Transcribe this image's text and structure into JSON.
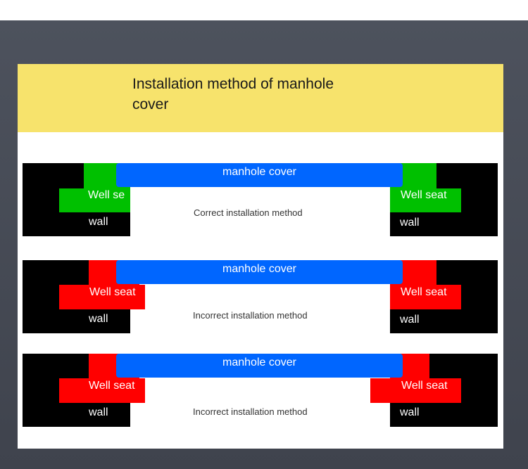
{
  "title": "Installation method of manhole cover",
  "colors": {
    "header": "#f7e36c",
    "cover": "#0066ff",
    "seat_correct": "#00c000",
    "seat_incorrect": "#ff0000",
    "wall": "#000000"
  },
  "diagrams": [
    {
      "status": "correct",
      "cover_label": "manhole cover",
      "left_seat_label": "Well se",
      "right_seat_label": "Well seat",
      "left_wall_label": "wall",
      "right_wall_label": "wall",
      "caption": "Correct installation method"
    },
    {
      "status": "incorrect",
      "cover_label": "manhole cover",
      "left_seat_label": "Well seat",
      "right_seat_label": "Well seat",
      "left_wall_label": "wall",
      "right_wall_label": "wall",
      "caption": "Incorrect installation method"
    },
    {
      "status": "incorrect",
      "cover_label": "manhole cover",
      "left_seat_label": "Well seat",
      "right_seat_label": "Well seat",
      "left_wall_label": "wall",
      "right_wall_label": "wall",
      "caption": "Incorrect installation method"
    }
  ]
}
